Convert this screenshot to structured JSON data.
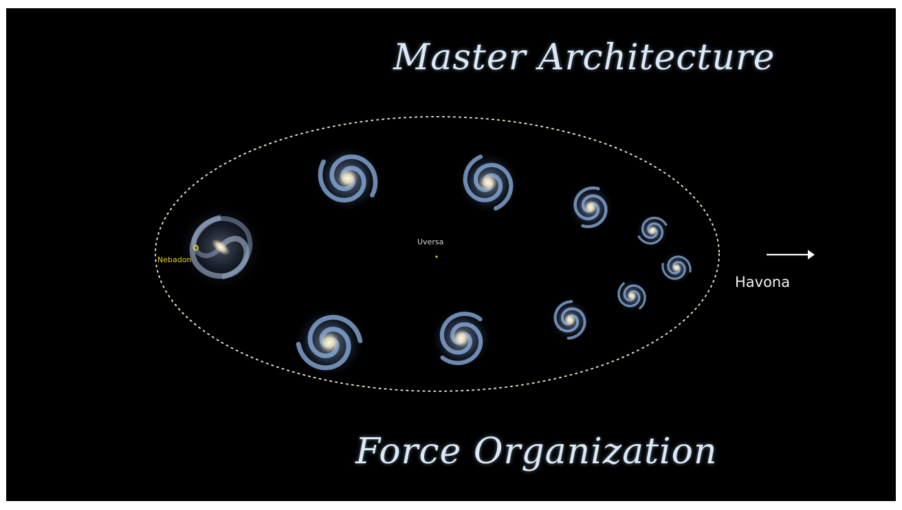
{
  "titles": {
    "top": "Master Architecture",
    "bottom": "Force Organization"
  },
  "labels": {
    "nebadon": "Nebadon",
    "uversa": "Uversa",
    "havona": "Havona"
  },
  "colors": {
    "background": "#000000",
    "title": "#dce8f4",
    "ellipse_outline": "#e8e3c4",
    "nebadon_marker": "#e6d21c",
    "galaxy_core": "#f3e6c6",
    "galaxy_arm": "#8fb4e6",
    "havona_arrow": "#ffffff"
  },
  "diagram": {
    "galaxy_count": 10,
    "outline_style": "dotted",
    "arrow": "right-arrow"
  }
}
